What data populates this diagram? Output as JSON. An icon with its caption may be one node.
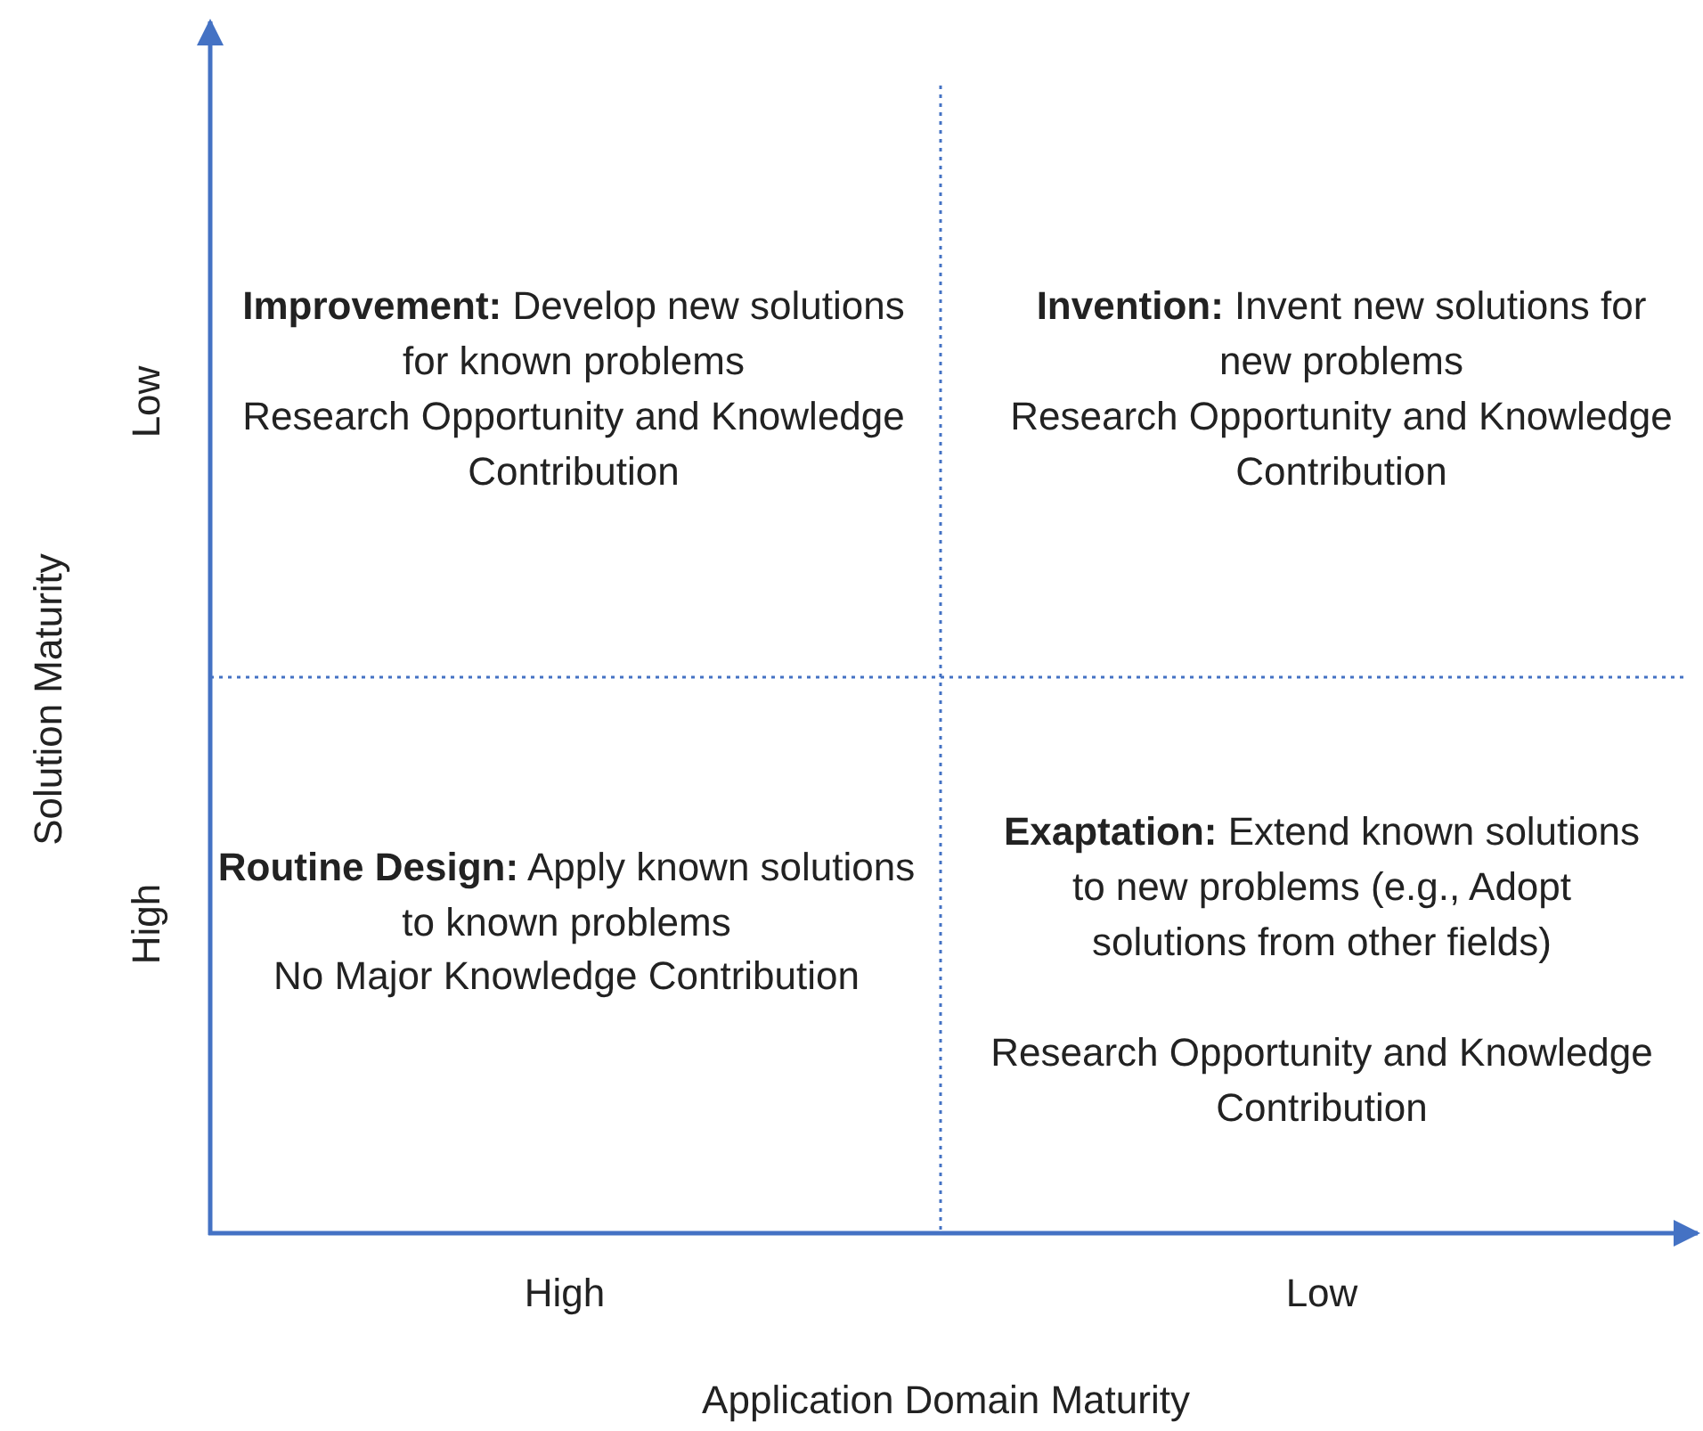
{
  "diagram": {
    "labels": [
      "Low",
      "**Improvement:** Develop new solutions for known problems",
      "Research Opportunity and Knowledge Contribution",
      "**Invention:** Invent new solutions for new problems",
      "Research Opportunity and Knowledge Contribution",
      "Solution Maturity",
      "High",
      "**Routine Design:** Apply known solutions to known problems",
      "No Major Knowledge Contribution",
      "**Exaptation:** Extend known solutions to new problems (e.g., Adopt solutions from other fields)",
      "Research Opportunity and Knowledge Contribution",
      "High",
      "Low",
      "Application Domain Maturity"
    ]
  }
}
